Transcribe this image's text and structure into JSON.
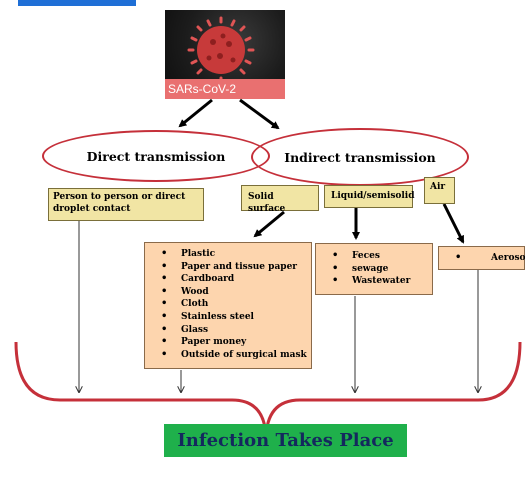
{
  "virus": {
    "label": "SARs-CoV-2"
  },
  "transmission": {
    "direct": {
      "title": "Direct transmission",
      "box": "Person to person or direct droplet contact"
    },
    "indirect": {
      "title": "Indirect transmission",
      "solid": {
        "label": "Solid surface",
        "items": [
          "Plastic",
          "Paper and tissue paper",
          "Cardboard",
          "Wood",
          "Cloth",
          "Stainless steel",
          "Glass",
          "Paper money",
          "Outside of surgical mask"
        ]
      },
      "liquid": {
        "label": "Liquid/semisolid",
        "items": [
          "Feces",
          "sewage",
          "Wastewater"
        ]
      },
      "air": {
        "label": "Air",
        "items": [
          "Aerosol"
        ]
      }
    }
  },
  "outcome": "Infection Takes Place",
  "colors": {
    "ellipse_border": "#c5303a",
    "bracket": "#c5303a",
    "category_box": "#f1e5a4",
    "item_box": "#fdd5ae",
    "outcome_box": "#1fb04b",
    "outcome_text": "#14285e",
    "virus_label": "#e97070"
  }
}
